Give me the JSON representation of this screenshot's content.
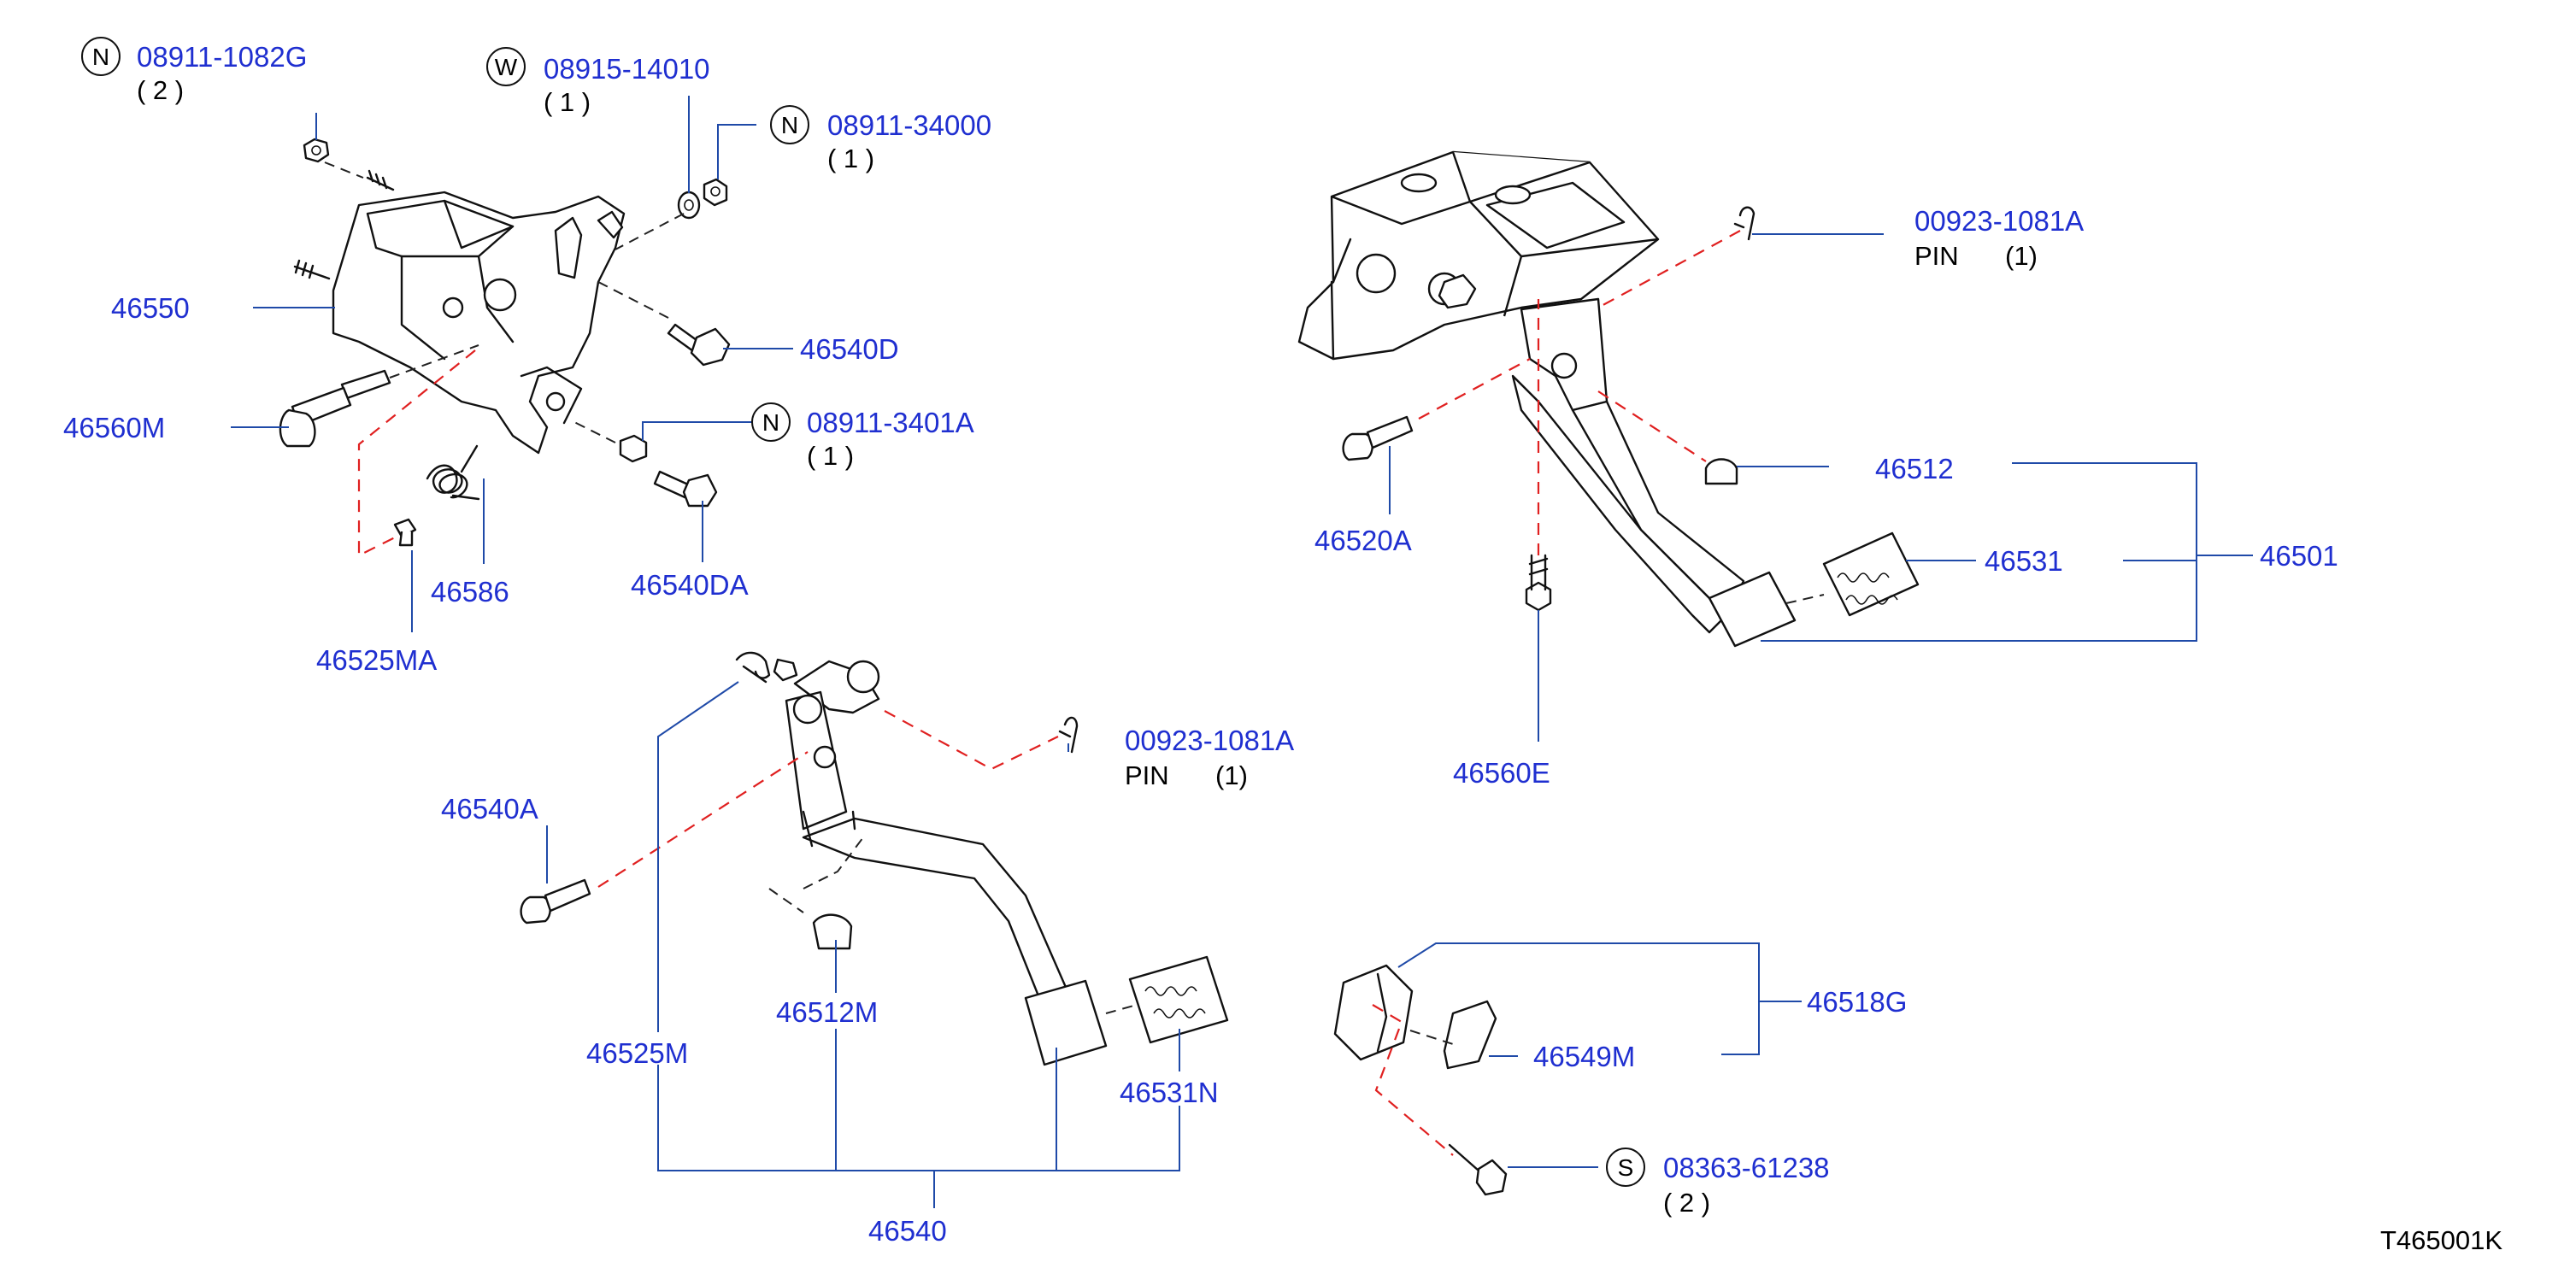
{
  "figure_code": "T465001K",
  "callouts": [
    {
      "id": "n1",
      "letter": "N",
      "number": "08911-1082G",
      "qty": "( 2 )"
    },
    {
      "id": "w1",
      "letter": "W",
      "number": "08915-14010",
      "qty": "( 1 )"
    },
    {
      "id": "n2",
      "letter": "N",
      "number": "08911-34000",
      "qty": "( 1 )"
    },
    {
      "id": "n3",
      "letter": "N",
      "number": "08911-3401A",
      "qty": "( 1 )"
    },
    {
      "id": "s1",
      "letter": "S",
      "number": "08363-61238",
      "qty": "( 2 )"
    }
  ],
  "pins": [
    {
      "id": "pin-right",
      "number": "00923-1081A",
      "name": "PIN",
      "qty": "(1)"
    },
    {
      "id": "pin-left",
      "number": "00923-1081A",
      "name": "PIN",
      "qty": "(1)"
    }
  ],
  "parts": {
    "p46550": "46550",
    "p46540D": "46540D",
    "p46560M": "46560M",
    "p46586": "46586",
    "p46540DA": "46540DA",
    "p46525MA": "46525MA",
    "p46540A": "46540A",
    "p46525M": "46525M",
    "p46512M": "46512M",
    "p46531N": "46531N",
    "p46540": "46540",
    "p46512": "46512",
    "p46531": "46531",
    "p46501": "46501",
    "p46520A": "46520A",
    "p46560E": "46560E",
    "p46518G": "46518G",
    "p46549M": "46549M"
  },
  "colors": {
    "label": "#1f2fd0",
    "leader": "#1f4aa8",
    "assembly_line": "#e02020",
    "outline": "#111111"
  }
}
